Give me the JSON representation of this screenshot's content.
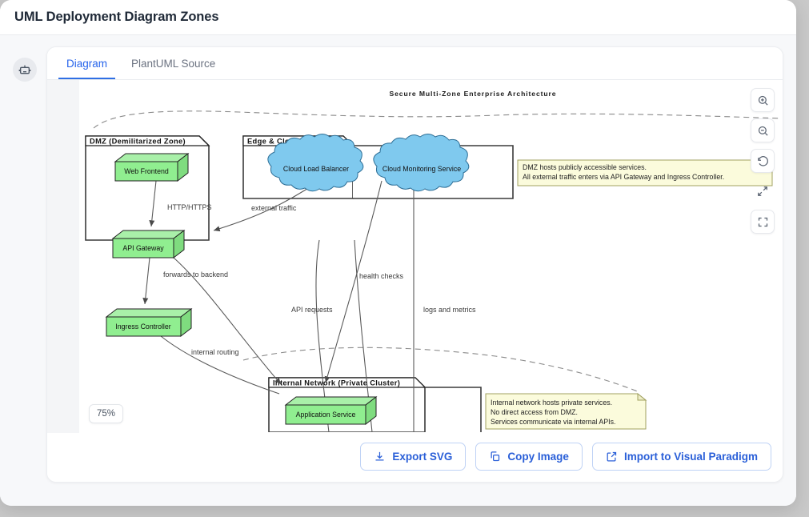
{
  "window": {
    "title": "UML Deployment Diagram Zones"
  },
  "avatar": {
    "icon": "robot-icon"
  },
  "tabs": [
    {
      "id": "diagram",
      "label": "Diagram",
      "active": true
    },
    {
      "id": "plantuml",
      "label": "PlantUML Source",
      "active": false
    }
  ],
  "canvas": {
    "zoom_level": "75%",
    "controls": [
      {
        "id": "zoom-in",
        "icon": "zoom-in-icon"
      },
      {
        "id": "zoom-out",
        "icon": "zoom-out-icon"
      },
      {
        "id": "reset",
        "icon": "reset-rotate-icon"
      },
      {
        "id": "fit",
        "icon": "fit-screen-icon"
      },
      {
        "id": "fullscreen",
        "icon": "fullscreen-icon"
      }
    ]
  },
  "diagram": {
    "title": "Secure Multi-Zone Enterprise Architecture",
    "zones": [
      {
        "id": "dmz",
        "label": "DMZ (Demilitarized Zone)"
      },
      {
        "id": "edge",
        "label": "Edge & Cloud Services"
      },
      {
        "id": "internal",
        "label": "Internal Network (Private Cluster)"
      }
    ],
    "nodes": [
      {
        "id": "web-frontend",
        "label": "Web Frontend",
        "shape": "node3d",
        "color": "#90ee90"
      },
      {
        "id": "api-gateway",
        "label": "API Gateway",
        "shape": "node3d",
        "color": "#90ee90"
      },
      {
        "id": "ingress-controller",
        "label": "Ingress Controller",
        "shape": "node3d",
        "color": "#90ee90"
      },
      {
        "id": "application-service",
        "label": "Application Service",
        "shape": "node3d",
        "color": "#90ee90"
      },
      {
        "id": "cloud-load-balancer",
        "label": "Cloud Load Balancer",
        "shape": "cloud",
        "color": "#7fc9ee"
      },
      {
        "id": "cloud-monitoring-service",
        "label": "Cloud Monitoring Service",
        "shape": "cloud",
        "color": "#7fc9ee"
      }
    ],
    "edge_labels": [
      {
        "id": "http-https",
        "label": "HTTP/HTTPS"
      },
      {
        "id": "external-traffic",
        "label": "external traffic"
      },
      {
        "id": "forwards-to-backend",
        "label": "forwards to backend"
      },
      {
        "id": "api-requests",
        "label": "API requests"
      },
      {
        "id": "health-checks",
        "label": "health checks"
      },
      {
        "id": "logs-and-metrics",
        "label": "logs and metrics"
      },
      {
        "id": "internal-routing",
        "label": "internal routing"
      }
    ],
    "notes": [
      {
        "id": "dmz-note",
        "lines": [
          "DMZ hosts publicly accessible services.",
          "All external traffic enters via API Gateway and Ingress Controller."
        ]
      },
      {
        "id": "internal-note",
        "lines": [
          "Internal network hosts private services.",
          "No direct access from DMZ.",
          "Services communicate via internal APIs."
        ]
      }
    ],
    "colors": {
      "note_fill": "#fbfbdc",
      "node_fill": "#90ee90",
      "cloud_fill": "#7fc9ee"
    }
  },
  "footer": {
    "buttons": [
      {
        "id": "export-svg",
        "label": "Export SVG",
        "icon": "download-icon"
      },
      {
        "id": "copy-image",
        "label": "Copy Image",
        "icon": "copy-icon"
      },
      {
        "id": "import-vp",
        "label": "Import to Visual Paradigm",
        "icon": "external-link-icon"
      }
    ]
  }
}
